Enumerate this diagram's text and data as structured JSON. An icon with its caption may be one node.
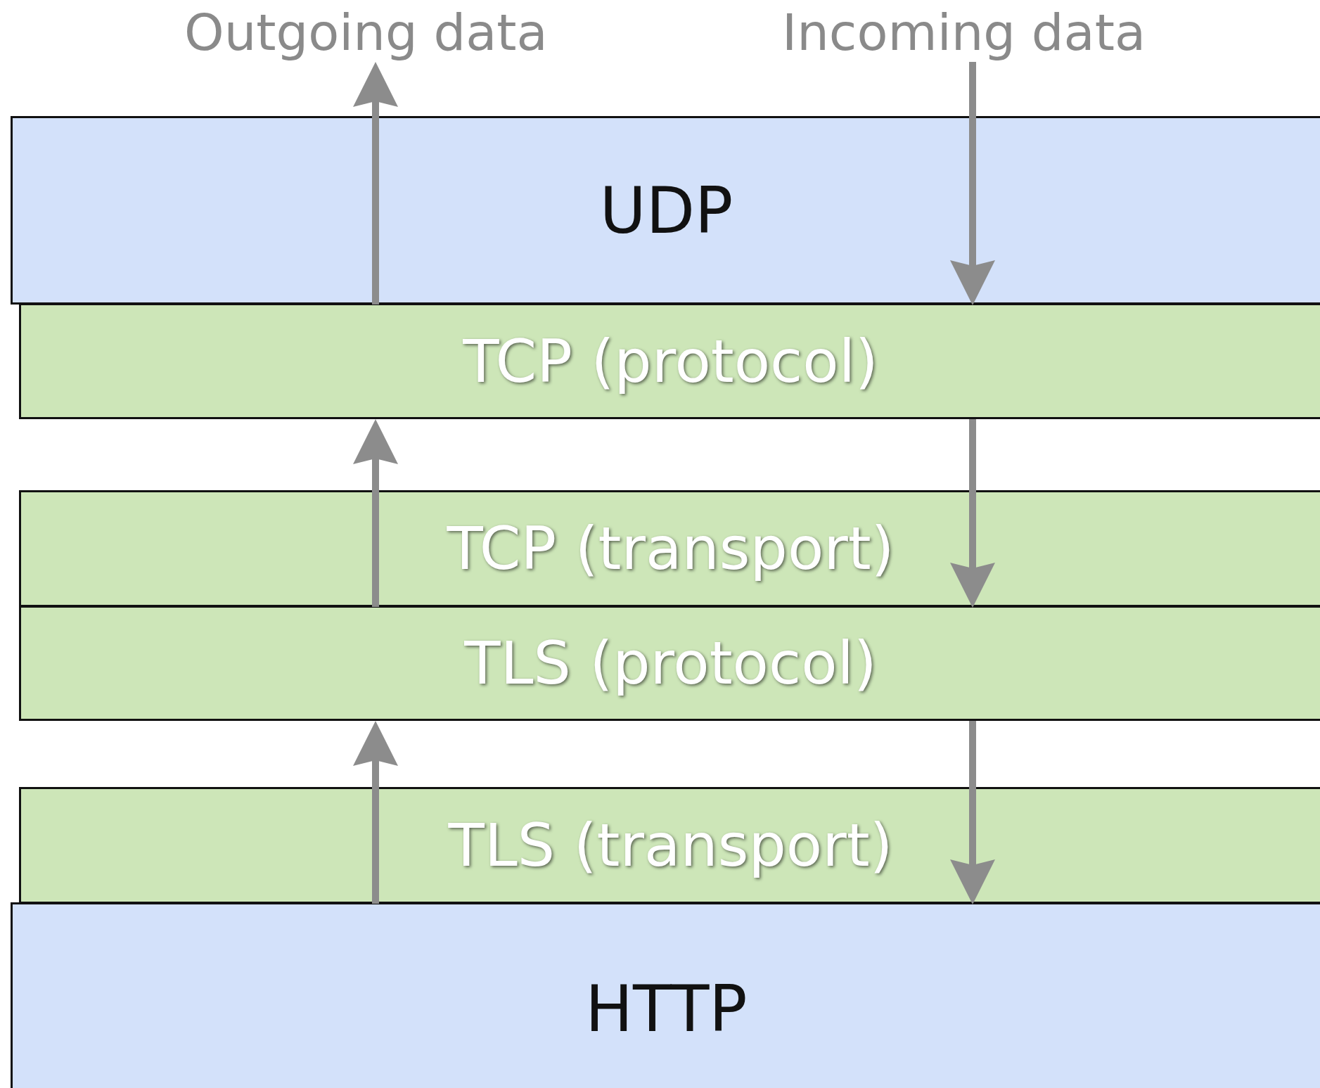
{
  "diagram": {
    "nodes": [
      {
        "text": [
          "UDP"
        ]
      },
      {
        "text": [
          "TCP (protocol)"
        ]
      },
      {
        "text": [
          "TCP (transport)"
        ]
      },
      {
        "text": [
          "TLS (protocol)"
        ]
      },
      {
        "text": [
          "TLS (transport)"
        ]
      },
      {
        "text": [
          "HTTP"
        ]
      },
      {
        "text": [
          "Outgoing data"
        ]
      },
      {
        "text": [
          "Incoming data"
        ]
      }
    ],
    "edges": [
      {
        "from": 4,
        "to": 3,
        "arrow": "to"
      },
      {
        "from": 2,
        "to": 1,
        "arrow": "to"
      },
      {
        "from": 0,
        "to": 6,
        "arrow": "to"
      },
      {
        "from": 7,
        "to": 0,
        "arrow": "to"
      },
      {
        "from": 1,
        "to": 2,
        "arrow": "to"
      },
      {
        "from": 3,
        "to": 4,
        "arrow": "to"
      }
    ]
  }
}
